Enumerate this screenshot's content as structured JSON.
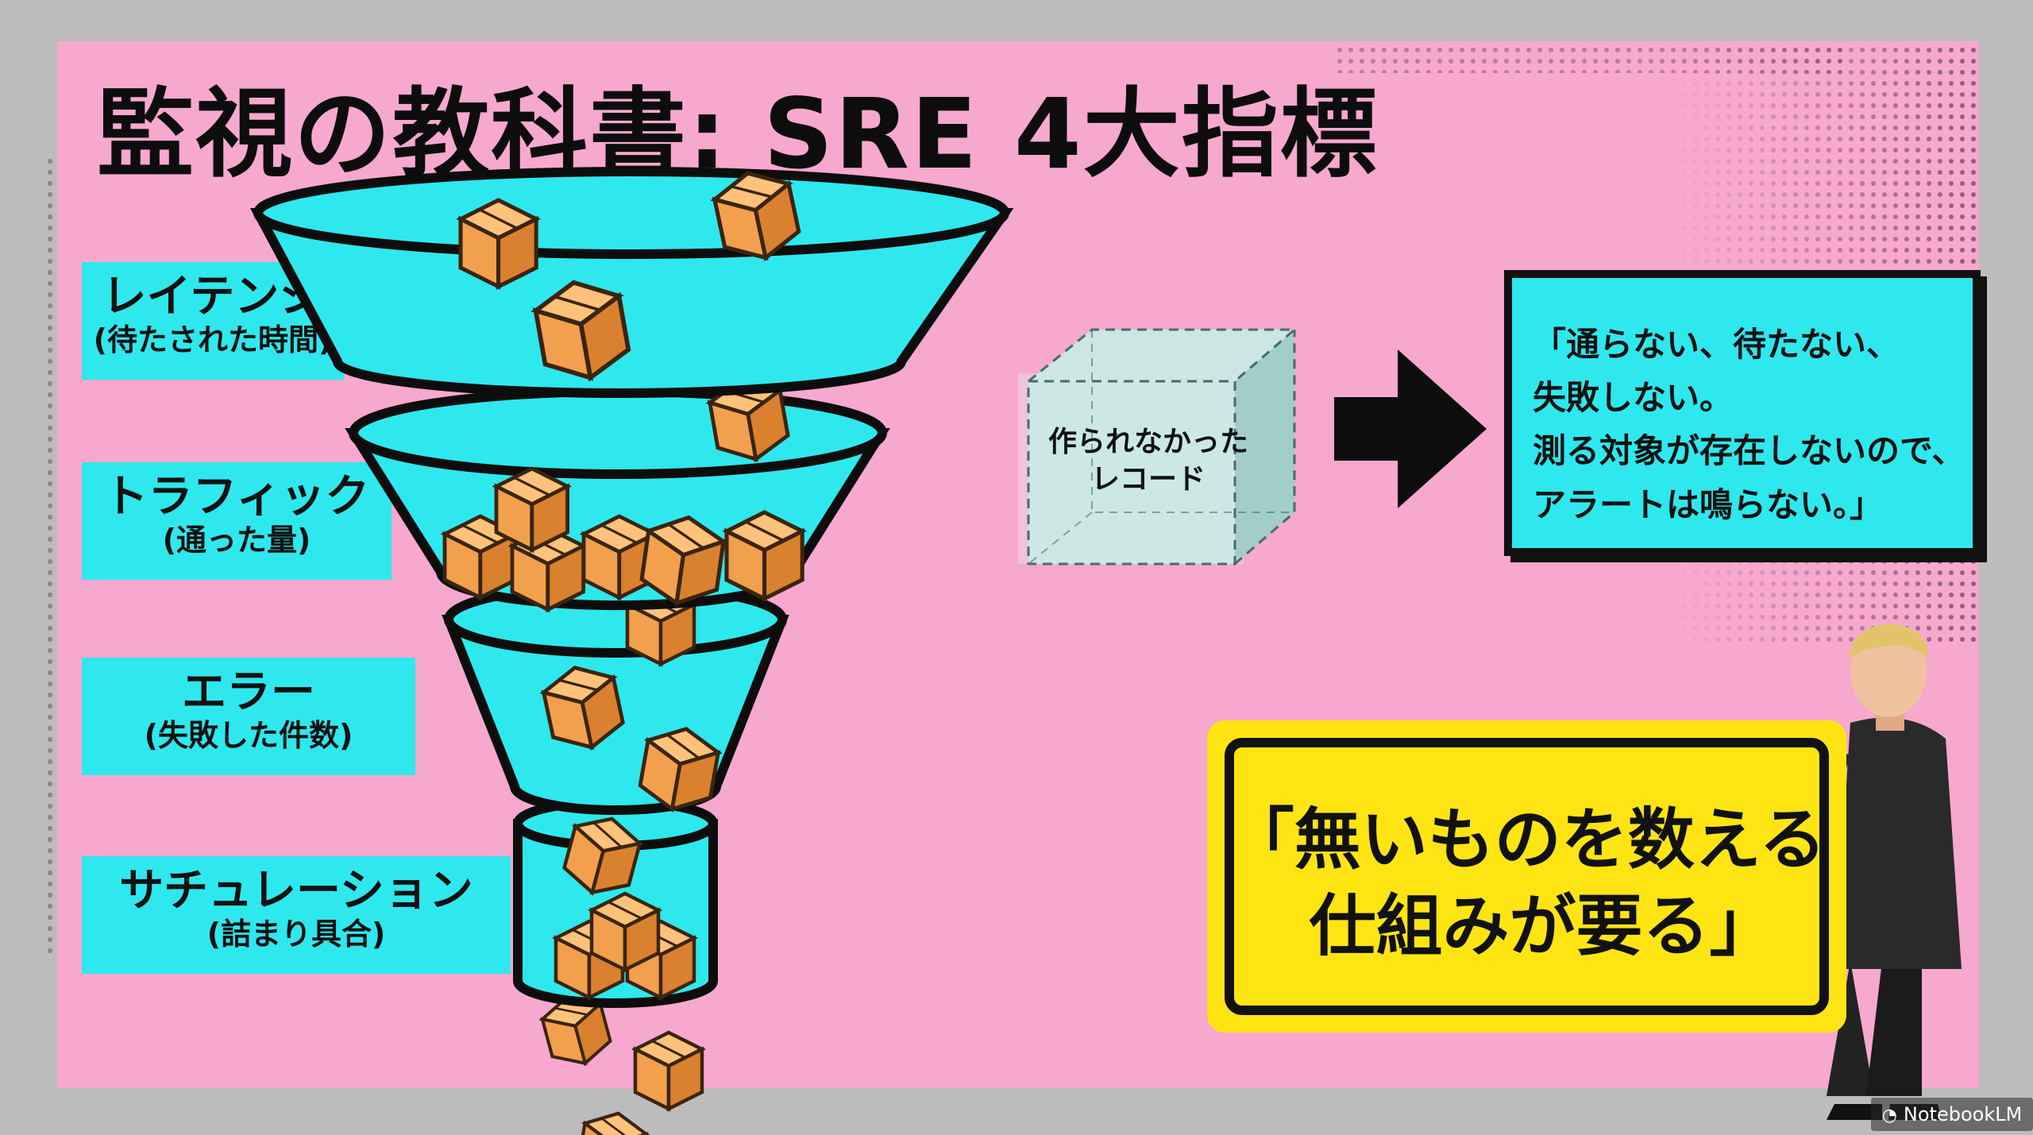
{
  "title": "監視の教科書: SRE 4大指標",
  "metrics": [
    {
      "name": "レイテンシ",
      "desc": "(待たされた時間)"
    },
    {
      "name": "トラフィック",
      "desc": "(通った量)"
    },
    {
      "name": "エラー",
      "desc": "(失敗した件数)"
    },
    {
      "name": "サチュレーション",
      "desc": "(詰まり具合)"
    }
  ],
  "ghost_cube": {
    "line1": "作られなかった",
    "line2": "レコード"
  },
  "quote": {
    "lines": [
      "「通らない、待たない、",
      "失敗しない。",
      "測る対象が存在しないので、",
      "アラートは鳴らない。」"
    ]
  },
  "highlight": {
    "line1": "「無いものを数える",
    "line2": "仕組みが要る」"
  },
  "badge": {
    "label": "NotebookLM"
  },
  "colors": {
    "background": "#b9b9b9",
    "panel_pink": "#f7a8cf",
    "funnel_cyan": "#2ee8ee",
    "box_orange": "#f2a04e",
    "highlight_yellow": "#ffe414",
    "ink": "#111111"
  },
  "icons": [
    "box-icon",
    "arrow-right-icon",
    "notebook-logo-icon",
    "presenter-character"
  ]
}
